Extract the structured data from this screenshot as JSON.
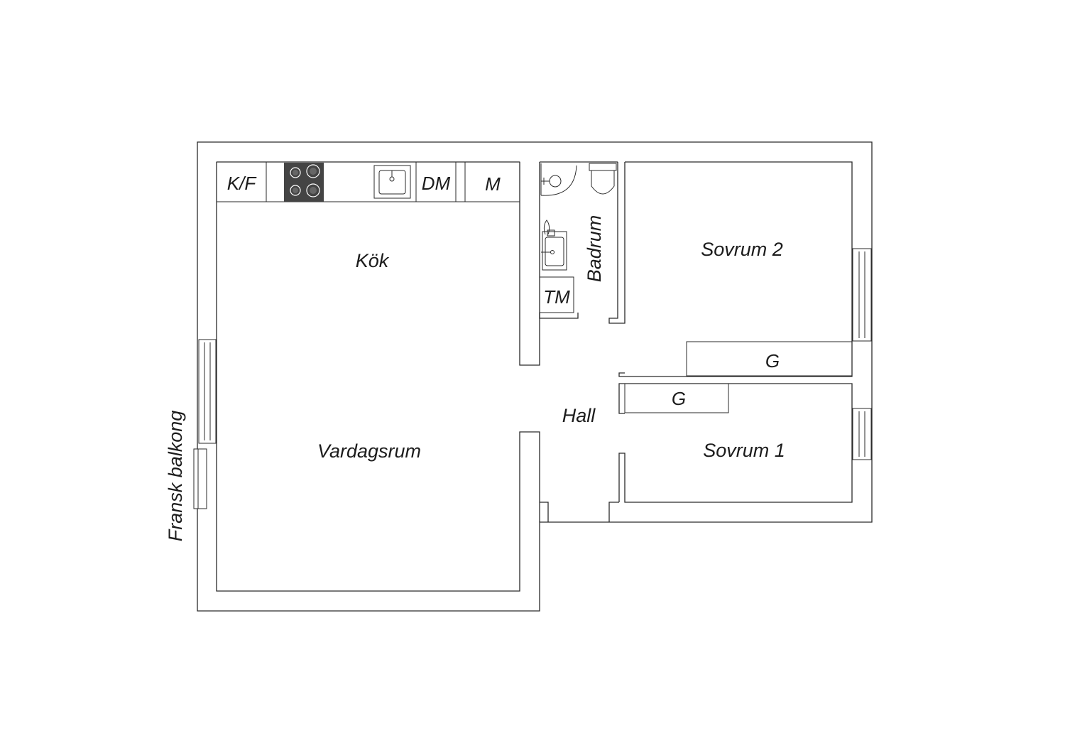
{
  "rooms": {
    "kok": "Kök",
    "vardagsrum": "Vardagsrum",
    "badrum": "Badrum",
    "hall": "Hall",
    "sovrum2": "Sovrum 2",
    "sovrum1": "Sovrum 1"
  },
  "fixtures": {
    "fridge_freezer": "K/F",
    "dishwasher": "DM",
    "microwave": "M",
    "washing_machine": "TM",
    "wardrobe_1": "G",
    "wardrobe_2": "G"
  },
  "annotations": {
    "balcony": "Fransk balkong"
  },
  "colors": {
    "line": "#2a2a2a",
    "stove": "#444444",
    "background": "#ffffff"
  }
}
